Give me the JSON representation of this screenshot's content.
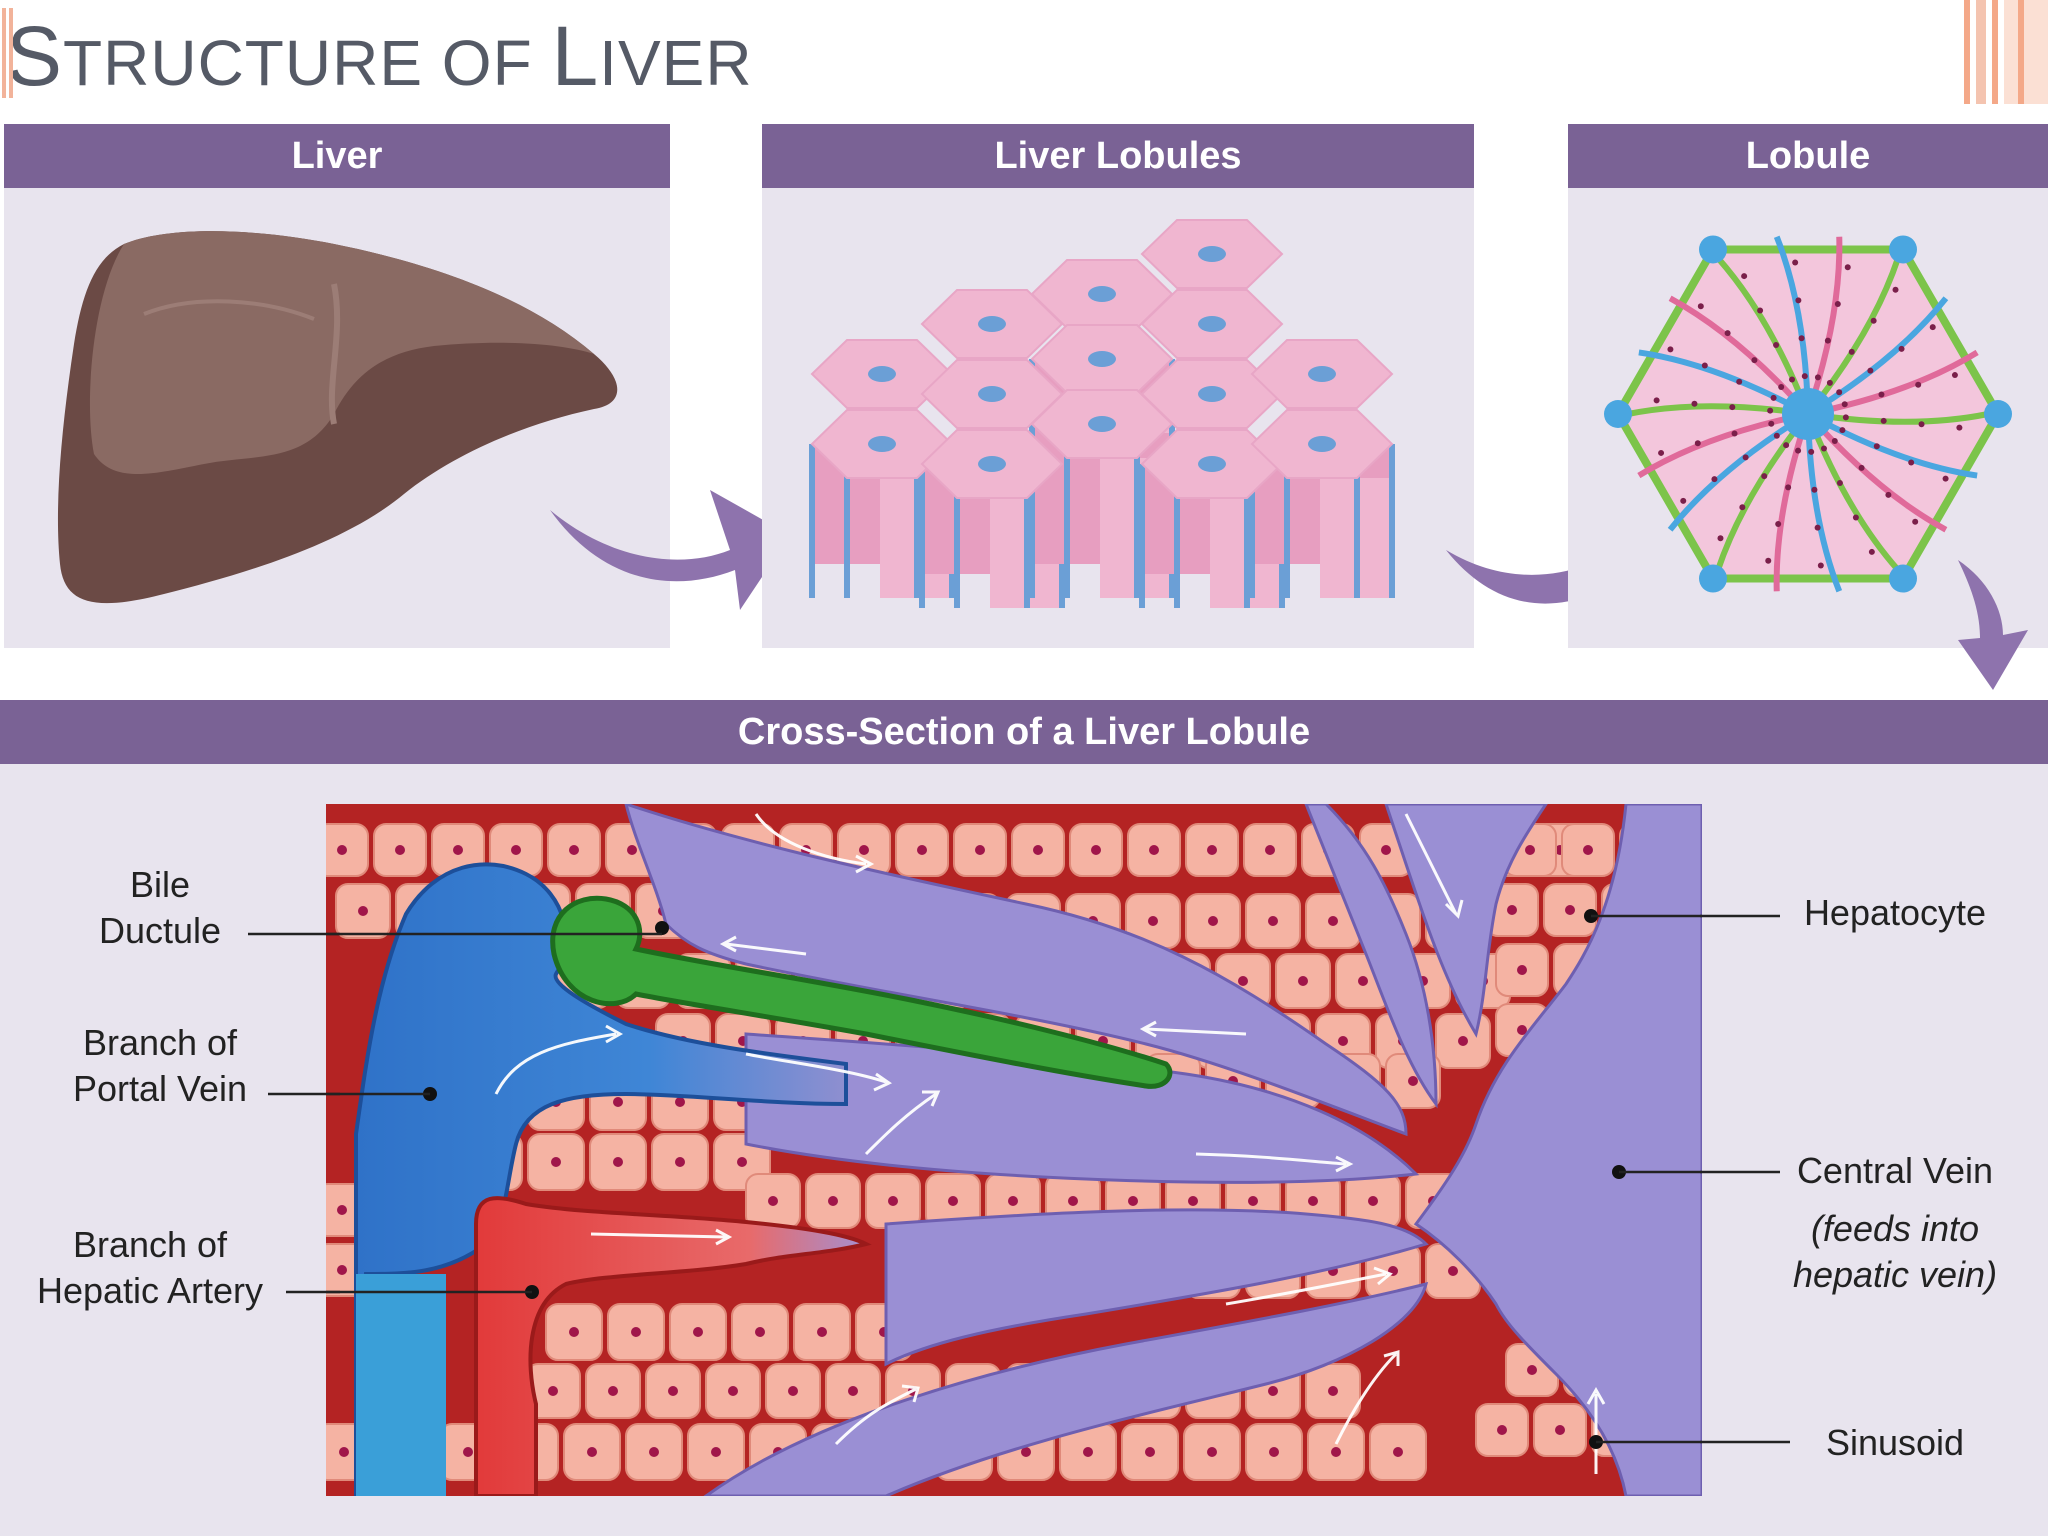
{
  "title": {
    "first_big": "S",
    "first_rest": "TRUCTURE OF ",
    "second_big": "L",
    "second_rest": "IVER"
  },
  "panels": {
    "liver": "Liver",
    "lobules": "Liver Lobules",
    "lobule": "Lobule",
    "cross_section": "Cross-Section of a Liver Lobule"
  },
  "labels": {
    "bile_ductule": [
      "Bile",
      "Ductule"
    ],
    "portal_vein": [
      "Branch of",
      "Portal Vein"
    ],
    "hepatic_artery": [
      "Branch of",
      "Hepatic Artery"
    ],
    "hepatocyte": "Hepatocyte",
    "central_vein": "Central Vein",
    "central_vein_note": [
      "(feeds into",
      "hepatic vein)"
    ],
    "sinusoid": "Sinusoid"
  },
  "colors": {
    "header": "#7a6295",
    "panel_bg": "#e8e4ee",
    "liver": "#7a5a55",
    "lobule_pink": "#f0b6d0",
    "lobule_blue": "#6b9fd6",
    "hepatocyte": "#f5b3a3",
    "blood": "#b82525",
    "portal_vein": "#3a7fd0",
    "artery": "#e23a3a",
    "bile": "#2f9a2f",
    "sinusoid": "#9a8fd0"
  }
}
